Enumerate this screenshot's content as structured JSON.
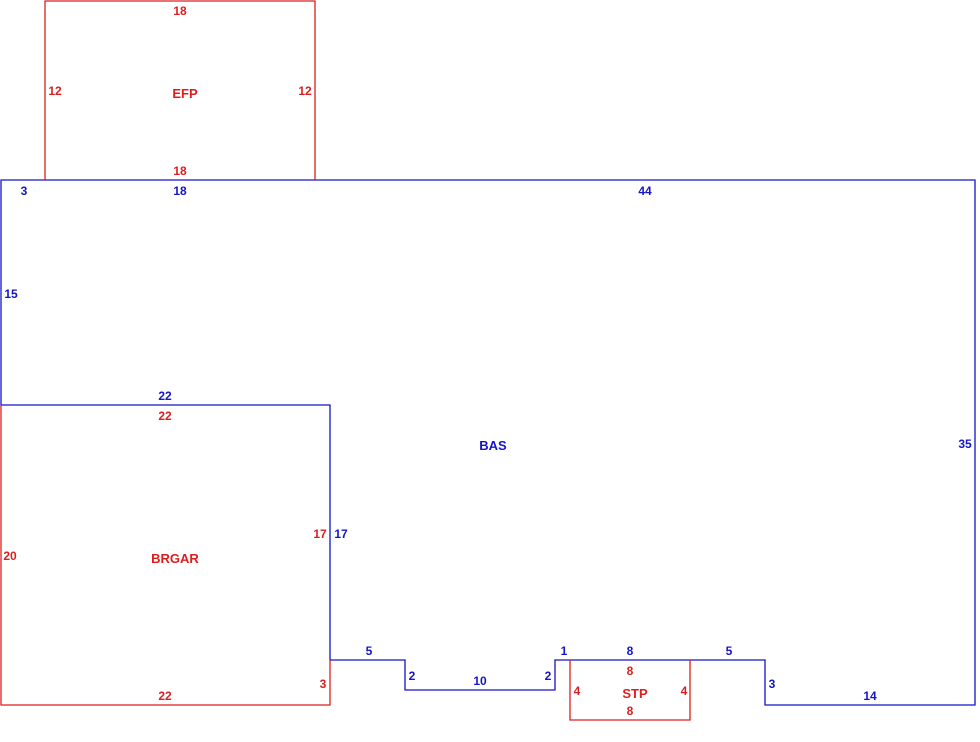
{
  "colors": {
    "main": "#1414c8",
    "sub": "#dc1e1e"
  },
  "areas": {
    "bas": {
      "name": "BAS",
      "dims": {
        "top_left": "3",
        "top_mid": "18",
        "top_right": "44",
        "left": "15",
        "step_top": "22",
        "right": "35",
        "inner_wall": "17",
        "b1": "5",
        "b2": "2",
        "b3": "10",
        "b4": "2",
        "b5": "1",
        "b6": "8",
        "b7": "5",
        "b8": "3",
        "b9": "14"
      }
    },
    "efp": {
      "name": "EFP",
      "dims": {
        "top": "18",
        "left": "12",
        "right": "12",
        "bottom": "18"
      }
    },
    "brgar": {
      "name": "BRGAR",
      "dims": {
        "top": "22",
        "left": "20",
        "right": "17",
        "corner": "3",
        "bottom": "22"
      }
    },
    "stp": {
      "name": "STP",
      "dims": {
        "top": "8",
        "left": "4",
        "right": "4",
        "bottom": "8"
      }
    }
  }
}
